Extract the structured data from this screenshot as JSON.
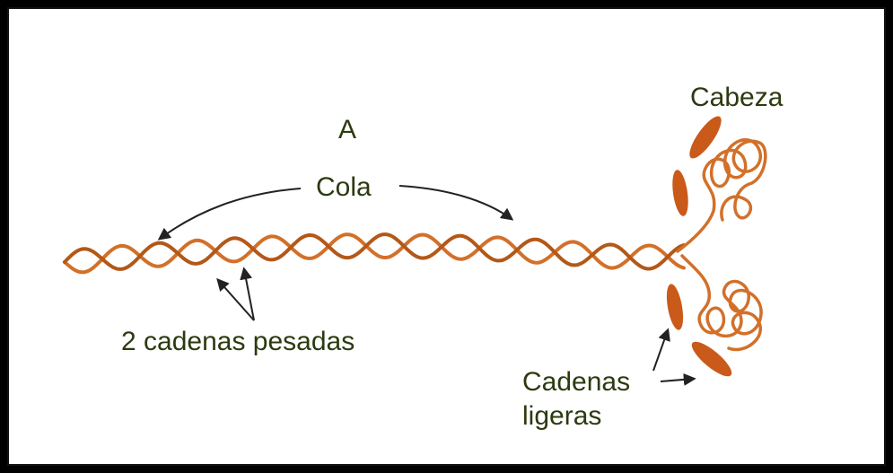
{
  "labels": {
    "panel": "A",
    "tail": "Cola",
    "head": "Cabeza",
    "heavy_chains": "2 cadenas pesadas",
    "light_chains_line1": "Cadenas",
    "light_chains_line2": "ligeras"
  },
  "colors": {
    "strand": "#d2702a",
    "strand_dark": "#b35818",
    "light_chain": "#c95a1a",
    "text": "#2c3a10",
    "arrow": "#222222"
  }
}
